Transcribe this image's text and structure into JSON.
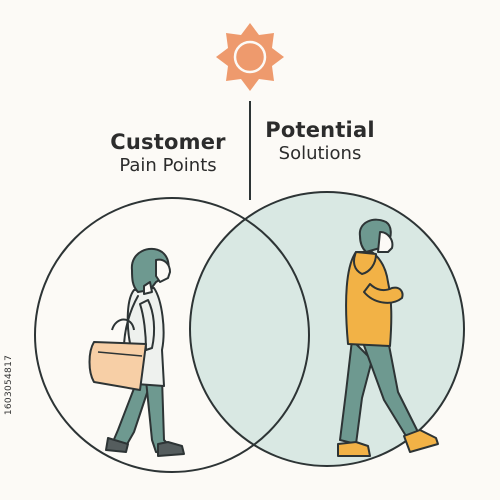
{
  "labels": {
    "left": {
      "title": "Customer",
      "subtitle": "Pain Points"
    },
    "right": {
      "title": "Potential",
      "subtitle": "Solutions"
    }
  },
  "side_id": "1603054817",
  "colors": {
    "background": "#fcfaf6",
    "sun": "#ee9a6d",
    "overlap_fill": "#d9e8e3",
    "outline": "#2d3435",
    "figure_teal": "#6e9990",
    "jacket_orange": "#f2b246",
    "bag_peach": "#f7cfa6"
  },
  "icons": [
    "sun-icon",
    "woman-figure",
    "man-figure",
    "handbag"
  ]
}
